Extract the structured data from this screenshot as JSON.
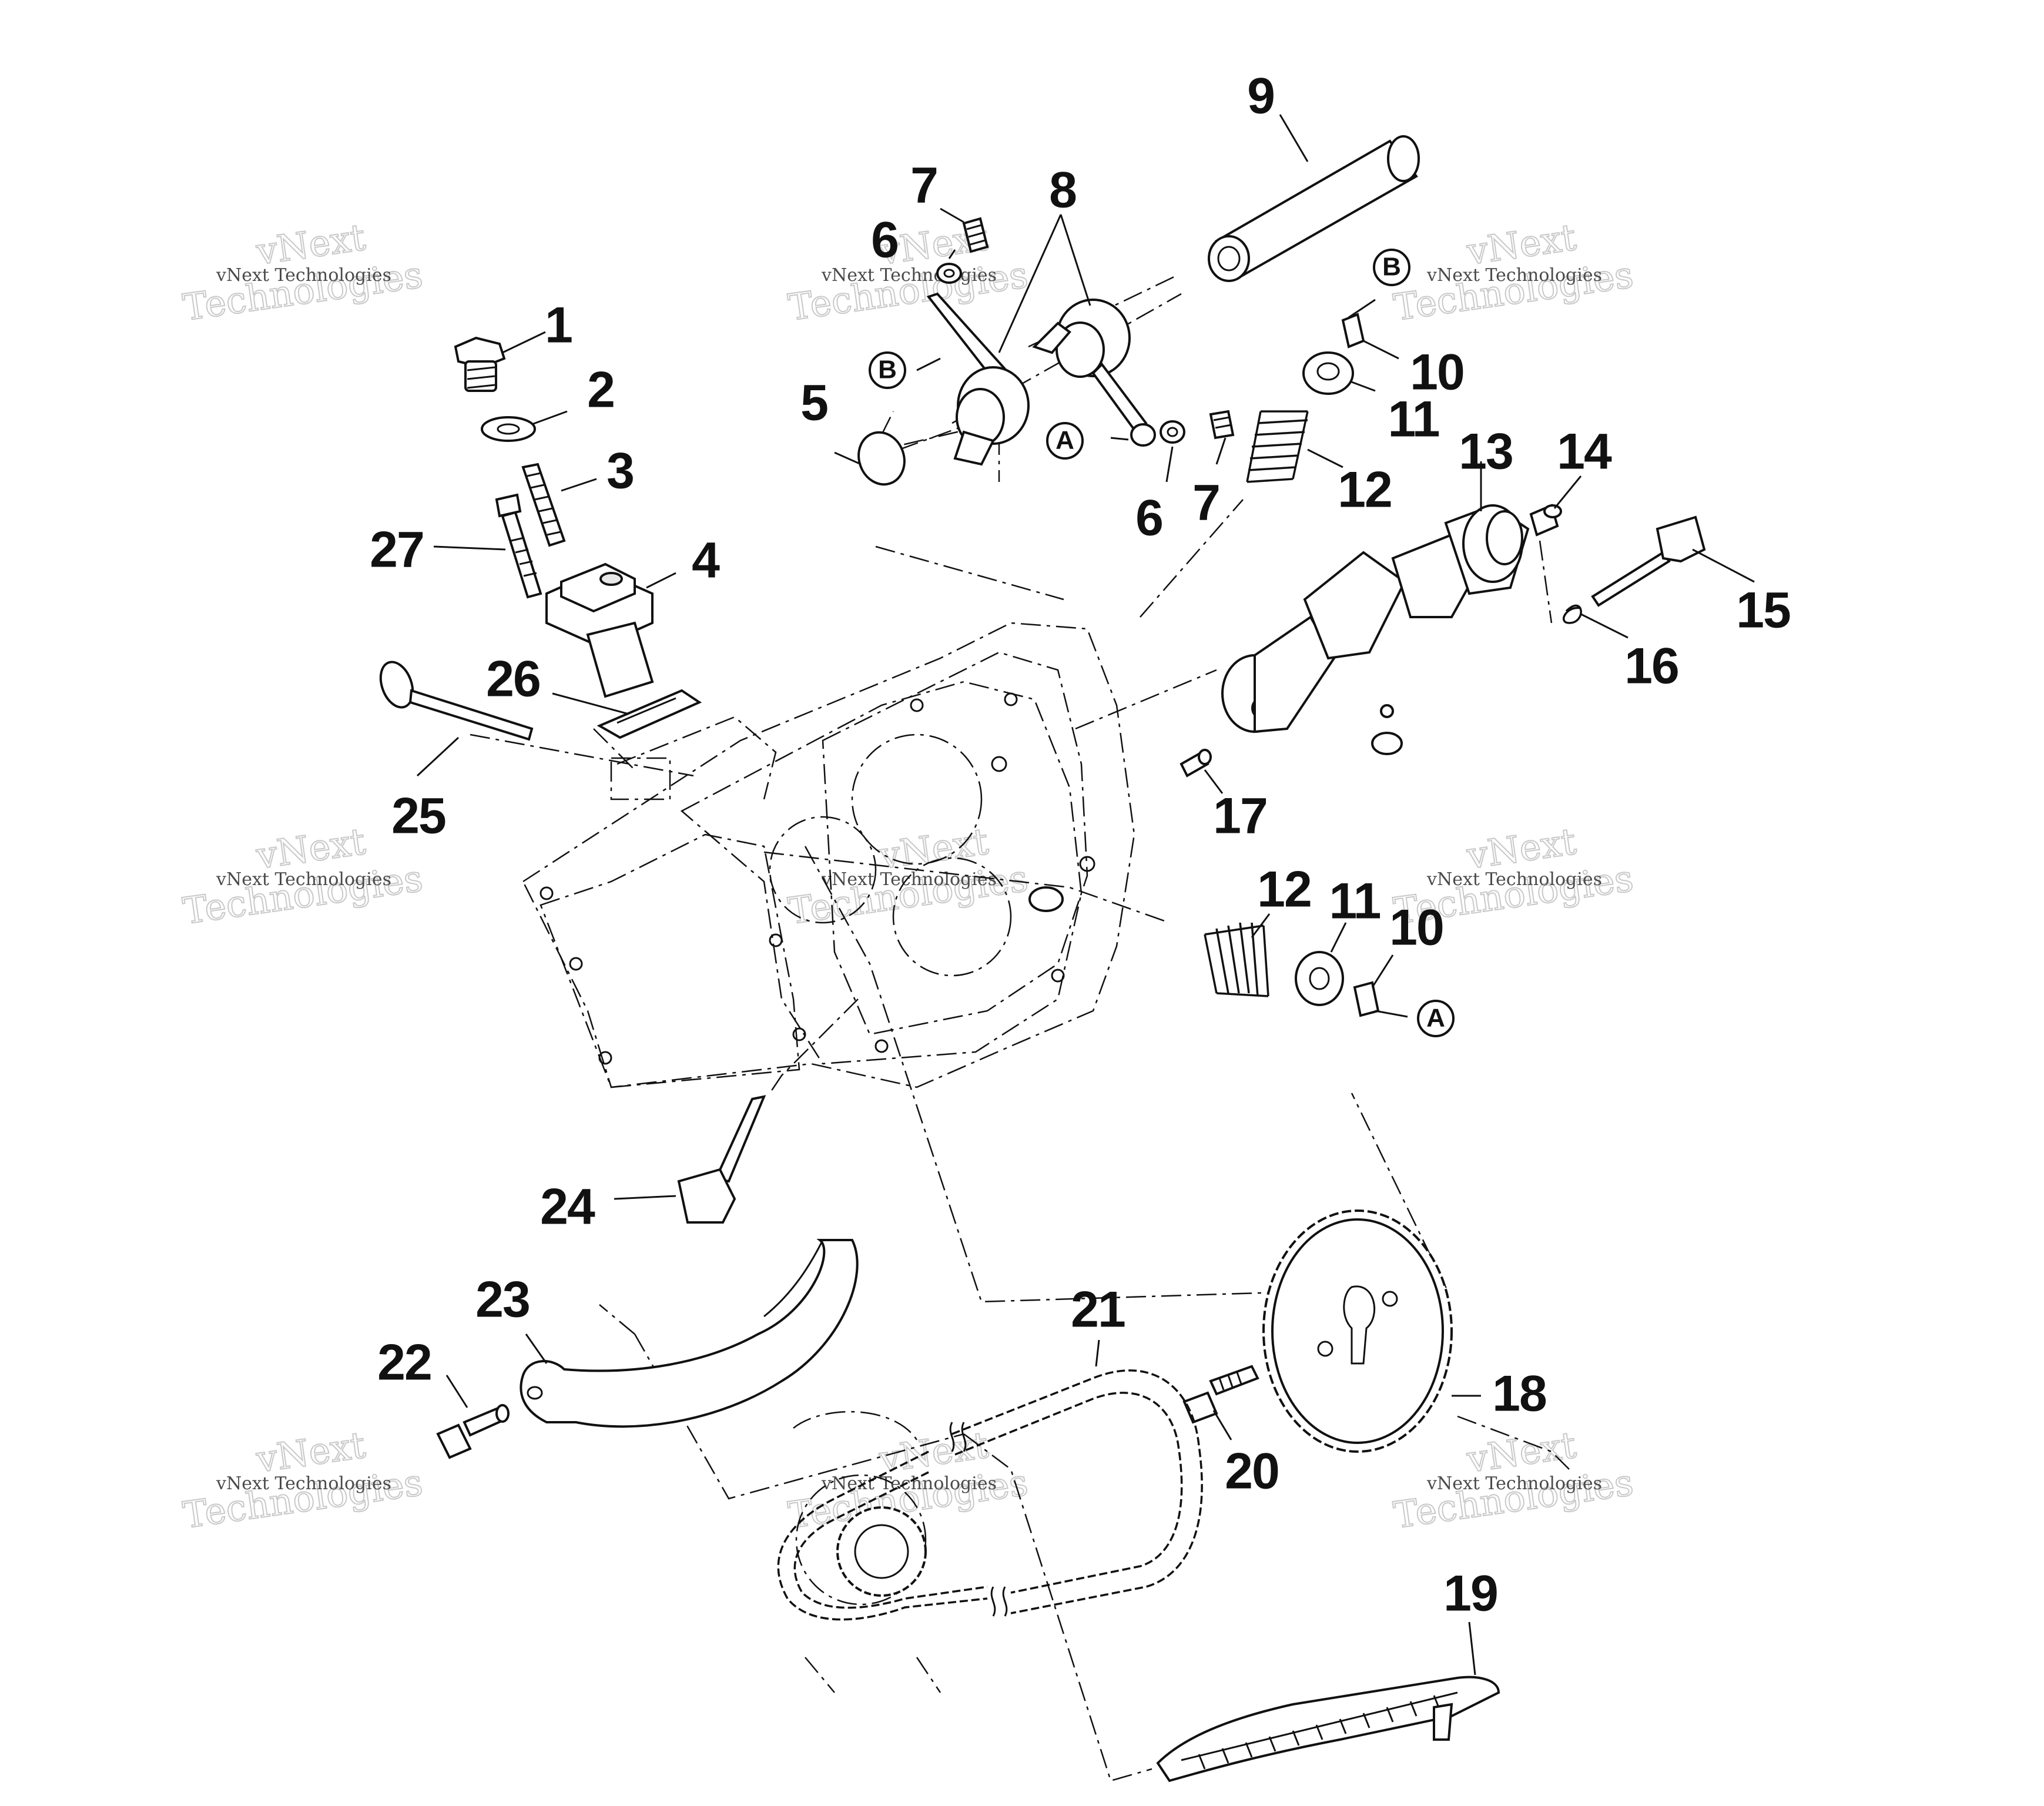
{
  "watermark": {
    "brand": "vNext",
    "company": "Technologies",
    "full": "vNext Technologies"
  },
  "reference_letters": {
    "a": "A",
    "b": "B"
  },
  "callouts": {
    "c1": "1",
    "c2": "2",
    "c3": "3",
    "c4": "4",
    "c5": "5",
    "c6a": "6",
    "c6b": "6",
    "c7a": "7",
    "c7b": "7",
    "c8": "8",
    "c9": "9",
    "c10a": "10",
    "c10b": "10",
    "c11a": "11",
    "c11b": "11",
    "c12a": "12",
    "c12b": "12",
    "c13": "13",
    "c14": "14",
    "c15": "15",
    "c16": "16",
    "c17": "17",
    "c18": "18",
    "c19": "19",
    "c20": "20",
    "c21": "21",
    "c22": "22",
    "c23": "23",
    "c24": "24",
    "c25": "25",
    "c26": "26",
    "c27": "27"
  }
}
